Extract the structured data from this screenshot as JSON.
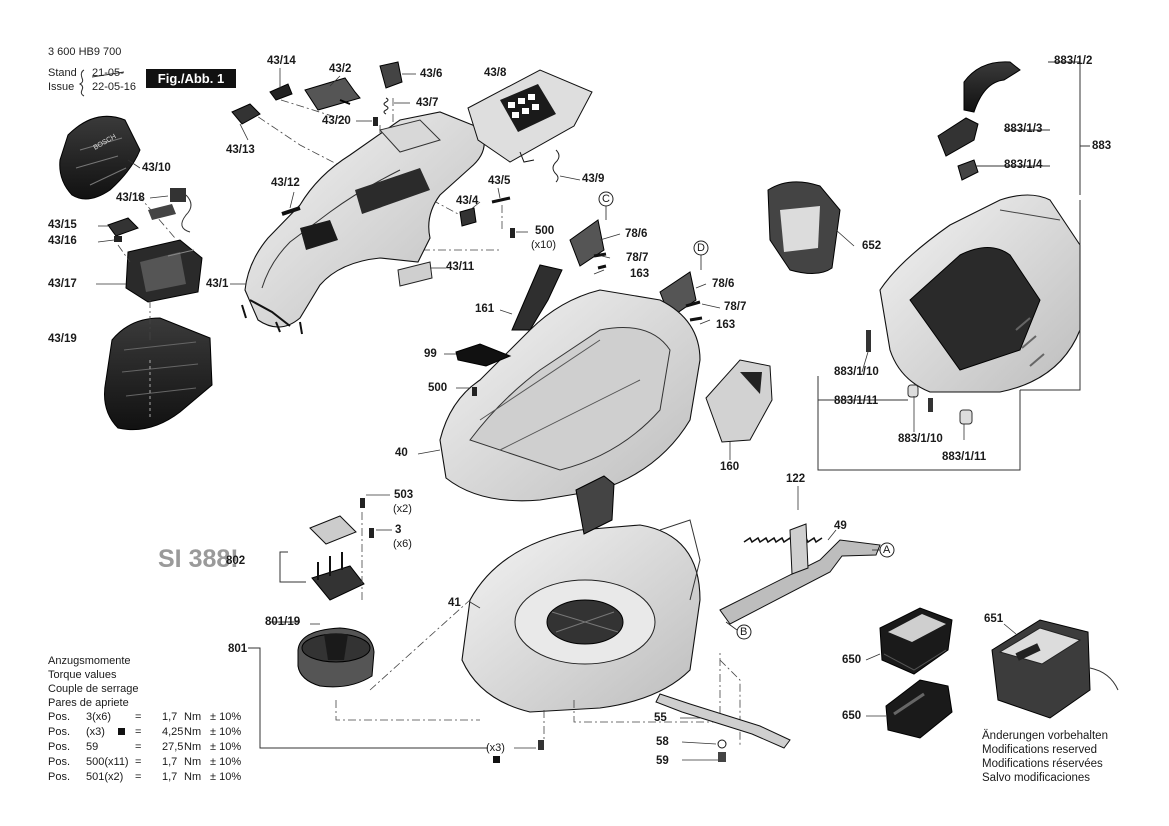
{
  "header": {
    "doc_number": "3 600 HB9 700",
    "stand_label": "Stand",
    "stand_date": "21-05-",
    "issue_label": "Issue",
    "issue_date": "22-05-16",
    "figure_label": "Fig./Abb. 1"
  },
  "watermark": "SI 388!",
  "part_labels": [
    "43/14",
    "43/2",
    "43/6",
    "43/8",
    "43/7",
    "43/20",
    "43/13",
    "43/10",
    "43/18",
    "43/15",
    "43/16",
    "43/17",
    "43/19",
    "43/12",
    "43/4",
    "43/5",
    "43/9",
    "43/1",
    "43/11",
    "500",
    "(x10)",
    "78/6",
    "78/7",
    "163",
    "161",
    "99",
    "500",
    "40",
    "78/6",
    "78/7",
    "163",
    "160",
    "652",
    "883/1/2",
    "883/1/3",
    "883/1/4",
    "883",
    "883/1/10",
    "883/1/11",
    "883/1/10",
    "883/1/11",
    "503",
    "(x2)",
    "3",
    "(x6)",
    "802",
    "122",
    "49",
    "41",
    "801/19",
    "801",
    "651",
    "650",
    "650",
    "55",
    "58",
    "59",
    "(x3)"
  ],
  "callout_letters": [
    "C",
    "D",
    "A",
    "B"
  ],
  "torque": {
    "headings": [
      "Anzugsmomente",
      "Torque values",
      "Couple de serrage",
      "Pares de apriete"
    ],
    "rows": [
      {
        "pos": "Pos.",
        "ref": "3(x6)",
        "eq": "=",
        "val": "1,7",
        "unit": "Nm",
        "tol": "± 10%"
      },
      {
        "pos": "Pos.",
        "ref": "(x3)",
        "eq": "=",
        "val": "4,25",
        "unit": "Nm",
        "tol": "± 10%"
      },
      {
        "pos": "Pos.",
        "ref": "59",
        "eq": "=",
        "val": "27,5",
        "unit": "Nm",
        "tol": "± 10%"
      },
      {
        "pos": "Pos.",
        "ref": "500(x11)",
        "eq": "=",
        "val": "1,7",
        "unit": "Nm",
        "tol": "± 10%"
      },
      {
        "pos": "Pos.",
        "ref": "501(x2)",
        "eq": "=",
        "val": "1,7",
        "unit": "Nm",
        "tol": "± 10%"
      }
    ]
  },
  "modification_notice": [
    "Änderungen vorbehalten",
    "Modifications reserved",
    "Modifications réservées",
    "Salvo modificaciones"
  ]
}
